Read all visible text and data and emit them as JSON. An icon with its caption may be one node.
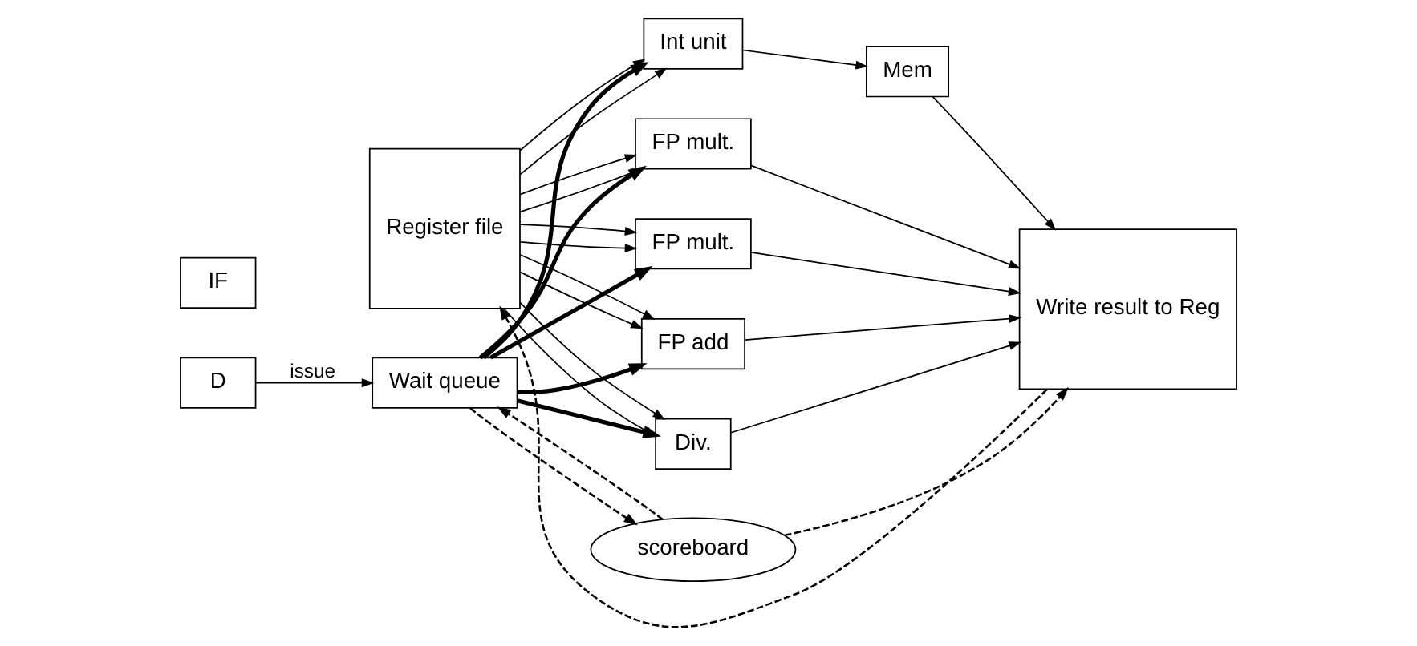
{
  "diagram": {
    "nodes": [
      {
        "text": [
          "Register file"
        ]
      },
      {
        "text": [
          "Int unit"
        ]
      },
      {
        "text": [
          "Mem"
        ]
      },
      {
        "text": [
          "FP mult."
        ]
      },
      {
        "text": [
          "FP mult."
        ]
      },
      {
        "text": [
          "FP add"
        ]
      },
      {
        "text": [
          "Div."
        ]
      },
      {
        "text": [
          "Write result to Reg"
        ]
      },
      {
        "text": [
          "IF"
        ]
      },
      {
        "text": [
          "D"
        ]
      },
      {
        "text": [
          "Wait queue"
        ]
      },
      {
        "text": [
          "scoreboard"
        ]
      }
    ],
    "edges": [
      {
        "from": 0,
        "to": 1,
        "arrow": "to"
      },
      {
        "from": 0,
        "to": 1,
        "arrow": "to"
      },
      {
        "from": 0,
        "to": 3,
        "arrow": "to"
      },
      {
        "from": 0,
        "to": 3,
        "arrow": "to"
      },
      {
        "from": 0,
        "to": 4,
        "arrow": "to"
      },
      {
        "from": 0,
        "to": 4,
        "arrow": "to"
      },
      {
        "from": 0,
        "to": 5,
        "arrow": "to"
      },
      {
        "from": 0,
        "to": 5,
        "arrow": "to"
      },
      {
        "from": 0,
        "to": 6,
        "arrow": "to"
      },
      {
        "from": 0,
        "to": 6,
        "arrow": "to"
      },
      {
        "from": 10,
        "to": 1,
        "arrow": "to",
        "style": "thick"
      },
      {
        "from": 10,
        "to": 3,
        "arrow": "to",
        "style": "thick"
      },
      {
        "from": 10,
        "to": 4,
        "arrow": "to",
        "style": "thick"
      },
      {
        "from": 10,
        "to": 5,
        "arrow": "to",
        "style": "thick"
      },
      {
        "from": 10,
        "to": 6,
        "arrow": "to",
        "style": "thick"
      },
      {
        "from": 1,
        "to": 2,
        "arrow": "to"
      },
      {
        "from": 2,
        "to": 7,
        "arrow": "to"
      },
      {
        "from": 3,
        "to": 7,
        "arrow": "to"
      },
      {
        "from": 4,
        "to": 7,
        "arrow": "to"
      },
      {
        "from": 5,
        "to": 7,
        "arrow": "to"
      },
      {
        "from": 6,
        "to": 7,
        "arrow": "to"
      },
      {
        "from": 7,
        "to": 0,
        "arrow": "to",
        "style": "dashed"
      },
      {
        "from": 9,
        "to": 10,
        "arrow": "to",
        "label": "issue"
      },
      {
        "from": 11,
        "to": 10,
        "arrow": "to",
        "style": "dashed"
      },
      {
        "from": 10,
        "to": 11,
        "arrow": "to",
        "style": "dashed"
      },
      {
        "from": 11,
        "to": 7,
        "arrow": "to",
        "style": "dashed"
      }
    ]
  }
}
